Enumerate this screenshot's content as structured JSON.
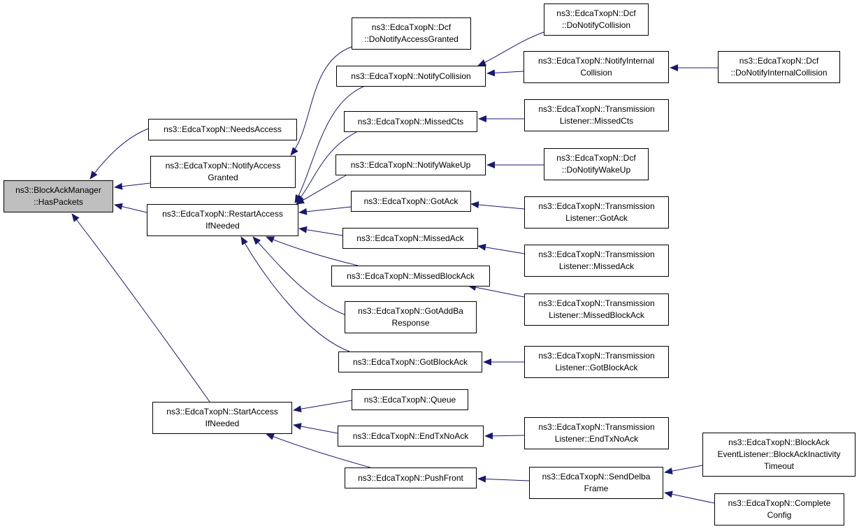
{
  "colors": {
    "edge": "#191970",
    "root_fill": "#bfbfbf",
    "node_fill": "#ffffff",
    "border": "#000000"
  },
  "nodes": {
    "root": {
      "lines": [
        "ns3::BlockAckManager",
        "::HasPackets"
      ]
    },
    "needsAccess": {
      "lines": [
        "ns3::EdcaTxopN::NeedsAccess"
      ]
    },
    "notifyAccess": {
      "lines": [
        "ns3::EdcaTxopN::NotifyAccess",
        "Granted"
      ]
    },
    "restart": {
      "lines": [
        "ns3::EdcaTxopN::RestartAccess",
        "IfNeeded"
      ]
    },
    "startAccess": {
      "lines": [
        "ns3::EdcaTxopN::StartAccess",
        "IfNeeded"
      ]
    },
    "dcfNotifyAccess": {
      "lines": [
        "ns3::EdcaTxopN::Dcf",
        "::DoNotifyAccessGranted"
      ]
    },
    "notifyCollision": {
      "lines": [
        "ns3::EdcaTxopN::NotifyCollision"
      ]
    },
    "missedCts": {
      "lines": [
        "ns3::EdcaTxopN::MissedCts"
      ]
    },
    "notifyWakeUp": {
      "lines": [
        "ns3::EdcaTxopN::NotifyWakeUp"
      ]
    },
    "gotAck": {
      "lines": [
        "ns3::EdcaTxopN::GotAck"
      ]
    },
    "missedAck": {
      "lines": [
        "ns3::EdcaTxopN::MissedAck"
      ]
    },
    "missedBlockAck": {
      "lines": [
        "ns3::EdcaTxopN::MissedBlockAck"
      ]
    },
    "gotAddBa": {
      "lines": [
        "ns3::EdcaTxopN::GotAddBa",
        "Response"
      ]
    },
    "gotBlockAck": {
      "lines": [
        "ns3::EdcaTxopN::GotBlockAck"
      ]
    },
    "queue": {
      "lines": [
        "ns3::EdcaTxopN::Queue"
      ]
    },
    "endTxNoAck": {
      "lines": [
        "ns3::EdcaTxopN::EndTxNoAck"
      ]
    },
    "pushFront": {
      "lines": [
        "ns3::EdcaTxopN::PushFront"
      ]
    },
    "dcfNotifyCollision": {
      "lines": [
        "ns3::EdcaTxopN::Dcf",
        "::DoNotifyCollision"
      ]
    },
    "notifyInternal": {
      "lines": [
        "ns3::EdcaTxopN::NotifyInternal",
        "Collision"
      ]
    },
    "tlMissedCts": {
      "lines": [
        "ns3::EdcaTxopN::Transmission",
        "Listener::MissedCts"
      ]
    },
    "dcfWakeUp": {
      "lines": [
        "ns3::EdcaTxopN::Dcf",
        "::DoNotifyWakeUp"
      ]
    },
    "tlGotAck": {
      "lines": [
        "ns3::EdcaTxopN::Transmission",
        "Listener::GotAck"
      ]
    },
    "tlMissedAck": {
      "lines": [
        "ns3::EdcaTxopN::Transmission",
        "Listener::MissedAck"
      ]
    },
    "tlMissedBlockAck": {
      "lines": [
        "ns3::EdcaTxopN::Transmission",
        "Listener::MissedBlockAck"
      ]
    },
    "tlGotBlockAck": {
      "lines": [
        "ns3::EdcaTxopN::Transmission",
        "Listener::GotBlockAck"
      ]
    },
    "tlEndTxNoAck": {
      "lines": [
        "ns3::EdcaTxopN::Transmission",
        "Listener::EndTxNoAck"
      ]
    },
    "sendDelba": {
      "lines": [
        "ns3::EdcaTxopN::SendDelba",
        "Frame"
      ]
    },
    "dcfInternal": {
      "lines": [
        "ns3::EdcaTxopN::Dcf",
        "::DoNotifyInternalCollision"
      ]
    },
    "blockAckInactivity": {
      "lines": [
        "ns3::EdcaTxopN::BlockAck",
        "EventListener::BlockAckInactivity",
        "Timeout"
      ]
    },
    "completeConfig": {
      "lines": [
        "ns3::EdcaTxopN::Complete",
        "Config"
      ]
    }
  }
}
